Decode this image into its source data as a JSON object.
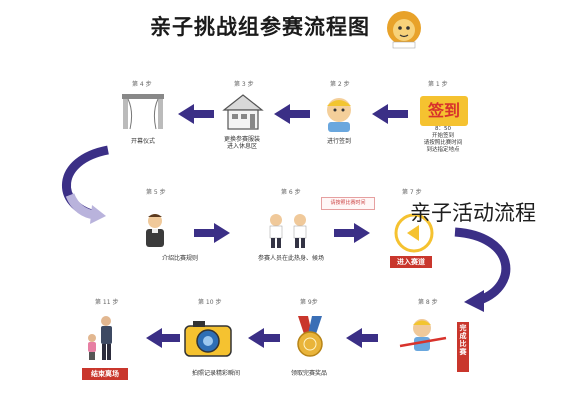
{
  "title": "亲子挑战组参赛流程图",
  "overlay_text": "亲子活动流程",
  "steps": [
    {
      "num": "第 1 步",
      "label": "签到",
      "detail": [
        "8：50",
        "开始签到",
        "请按照比赛时间",
        "到达指定地点"
      ]
    },
    {
      "num": "第 2 步",
      "label": "",
      "detail": [
        "进行签到"
      ]
    },
    {
      "num": "第 3 步",
      "label": "",
      "detail": [
        "更换参赛服装",
        "进入休息区"
      ]
    },
    {
      "num": "第 4 步",
      "label": "",
      "detail": [
        "开幕仪式"
      ]
    },
    {
      "num": "第 5 步",
      "label": "",
      "detail": [
        "介绍比赛规则"
      ]
    },
    {
      "num": "第 6 步",
      "label": "",
      "detail": [
        "参赛人员在此热身、候场"
      ]
    },
    {
      "num": "第 7 步",
      "label": "进入赛道",
      "detail": [
        "请按照比赛时间"
      ]
    },
    {
      "num": "第 8 步",
      "label": "",
      "detail": [
        "完成比赛"
      ]
    },
    {
      "num": "第 9步",
      "label": "",
      "detail": [
        "领取完赛奖品"
      ]
    },
    {
      "num": "第 10 步",
      "label": "",
      "detail": [
        "拍照记录精彩瞬间"
      ]
    },
    {
      "num": "第 11 步",
      "label": "结束离场",
      "detail": []
    }
  ],
  "colors": {
    "arrow": "#3b2f86",
    "accent_red": "#c9362c",
    "accent_yellow": "#f5c230",
    "curve_light": "#b9b3dc"
  },
  "icons": [
    "lion-mascot-icon",
    "home-icon",
    "stage-curtain-icon",
    "play-button-icon",
    "camera-icon",
    "medal-icon"
  ]
}
